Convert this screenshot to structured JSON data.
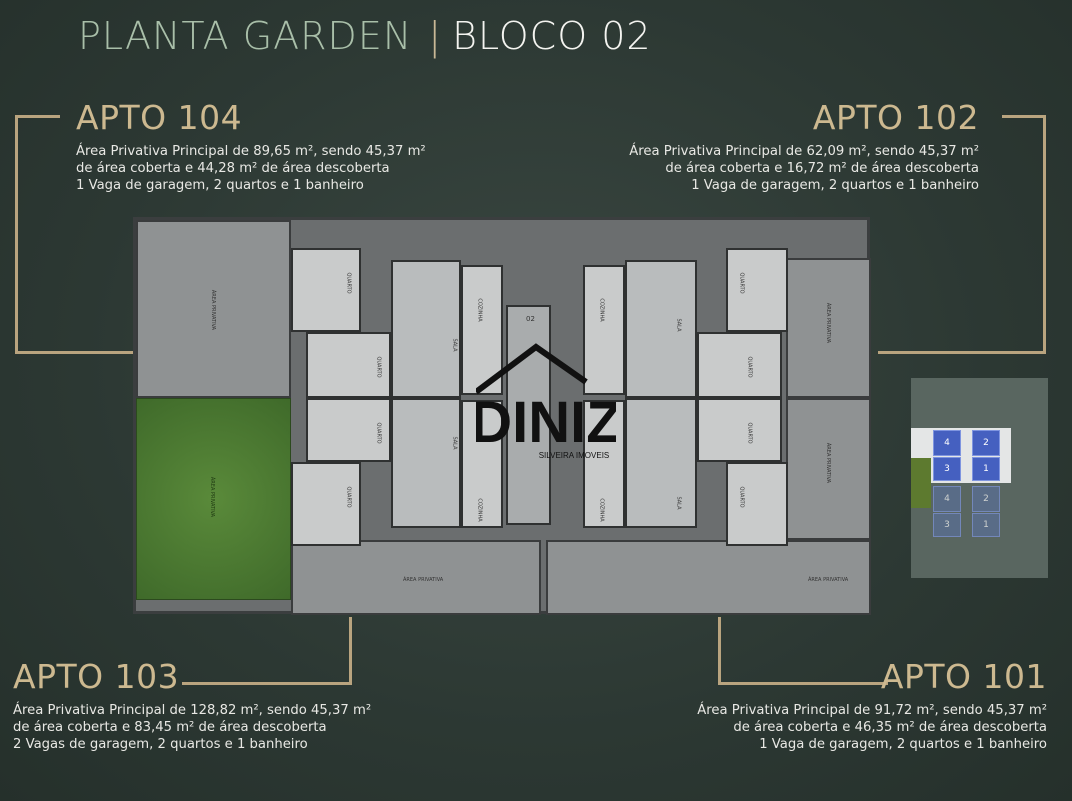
{
  "header": {
    "title_left": "PLANTA GARDEN",
    "separator": "|",
    "title_right": "BLOCO 02"
  },
  "apartments": [
    {
      "name": "APTO 104",
      "line1": "Área Privativa Principal de 89,65 m², sendo 45,37 m²",
      "line2": "de área coberta e 44,28 m² de área descoberta",
      "line3": "1 Vaga de garagem, 2 quartos e 1 banheiro"
    },
    {
      "name": "APTO 102",
      "line1": "Área Privativa Principal de 62,09 m², sendo 45,37 m²",
      "line2": "de área coberta e 16,72 m² de área descoberta",
      "line3": "1 Vaga de garagem, 2 quartos e 1 banheiro"
    },
    {
      "name": "APTO 103",
      "line1": "Área Privativa Principal de 128,82 m², sendo 45,37 m²",
      "line2": "de área coberta e 83,45 m² de área descoberta",
      "line3": "2 Vagas de garagem, 2 quartos e 1 banheiro"
    },
    {
      "name": "APTO 101",
      "line1": "Área Privativa Principal de 91,72 m², sendo 45,37 m²",
      "line2": "de área coberta e 46,35 m² de área descoberta",
      "line3": "1 Vaga de garagem, 2 quartos e 1 banheiro"
    }
  ],
  "plan": {
    "area_label": "ÁREA PRIVATIVA",
    "room_quarto": "QUARTO",
    "room_sala": "SALA",
    "room_cozinha": "COZINHA",
    "block_number": "02"
  },
  "logo": {
    "brand": "DINIZ",
    "subtitle": "SILVEIRA IMOVEIS"
  },
  "site_map": {
    "units": [
      "4",
      "2",
      "3",
      "1"
    ]
  },
  "colors": {
    "accent": "#b9a47f",
    "title_green": "#a9bfa9",
    "unit_blue": "#4560c0"
  }
}
